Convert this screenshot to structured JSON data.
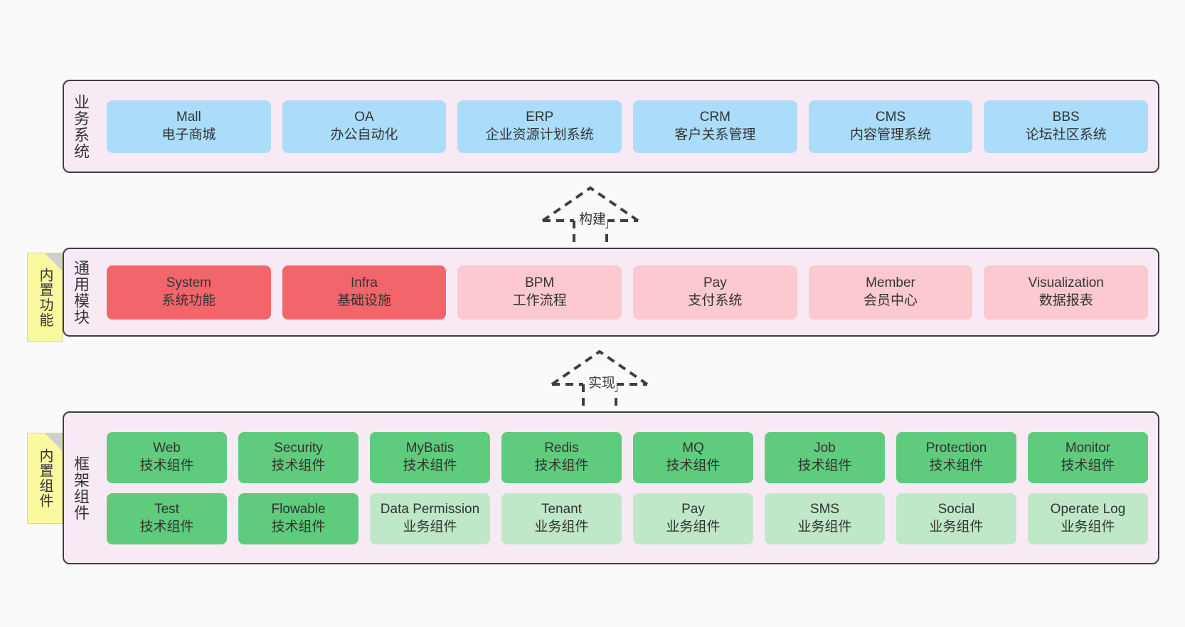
{
  "diagram": {
    "background": "#fafafa",
    "container_fill": "#f8eaf4",
    "container_stroke": "#3f3f3f"
  },
  "layers": [
    {
      "id": "business",
      "title": "业务系统",
      "rows": [
        [
          {
            "en": "Mall",
            "cn": "电子商城",
            "color": "#abddfa",
            "style": "c-blue"
          },
          {
            "en": "OA",
            "cn": "办公自动化",
            "color": "#abddfa",
            "style": "c-blue"
          },
          {
            "en": "ERP",
            "cn": "企业资源计划系统",
            "color": "#abddfa",
            "style": "c-blue"
          },
          {
            "en": "CRM",
            "cn": "客户关系管理",
            "color": "#abddfa",
            "style": "c-blue"
          },
          {
            "en": "CMS",
            "cn": "内容管理系统",
            "color": "#abddfa",
            "style": "c-blue"
          },
          {
            "en": "BBS",
            "cn": "论坛社区系统",
            "color": "#abddfa",
            "style": "c-blue"
          }
        ]
      ]
    },
    {
      "id": "common",
      "title": "通用模块",
      "note": "内置功能",
      "rows": [
        [
          {
            "en": "System",
            "cn": "系统功能",
            "color": "#f2666b",
            "style": "c-red"
          },
          {
            "en": "Infra",
            "cn": "基础设施",
            "color": "#f2666b",
            "style": "c-red"
          },
          {
            "en": "BPM",
            "cn": "工作流程",
            "color": "#fbc9cf",
            "style": "c-pink"
          },
          {
            "en": "Pay",
            "cn": "支付系统",
            "color": "#fbc9cf",
            "style": "c-pink"
          },
          {
            "en": "Member",
            "cn": "会员中心",
            "color": "#fbc9cf",
            "style": "c-pink"
          },
          {
            "en": "Visualization",
            "cn": "数据报表",
            "color": "#fbc9cf",
            "style": "c-pink"
          }
        ]
      ]
    },
    {
      "id": "framework",
      "title": "框架组件",
      "note": "内置组件",
      "rows": [
        [
          {
            "en": "Web",
            "cn": "技术组件",
            "color": "#5fcb7c",
            "style": "c-green"
          },
          {
            "en": "Security",
            "cn": "技术组件",
            "color": "#5fcb7c",
            "style": "c-green"
          },
          {
            "en": "MyBatis",
            "cn": "技术组件",
            "color": "#5fcb7c",
            "style": "c-green"
          },
          {
            "en": "Redis",
            "cn": "技术组件",
            "color": "#5fcb7c",
            "style": "c-green"
          },
          {
            "en": "MQ",
            "cn": "技术组件",
            "color": "#5fcb7c",
            "style": "c-green"
          },
          {
            "en": "Job",
            "cn": "技术组件",
            "color": "#5fcb7c",
            "style": "c-green"
          },
          {
            "en": "Protection",
            "cn": "技术组件",
            "color": "#5fcb7c",
            "style": "c-green"
          },
          {
            "en": "Monitor",
            "cn": "技术组件",
            "color": "#5fcb7c",
            "style": "c-green"
          }
        ],
        [
          {
            "en": "Test",
            "cn": "技术组件",
            "color": "#5fcb7c",
            "style": "c-green"
          },
          {
            "en": "Flowable",
            "cn": "技术组件",
            "color": "#5fcb7c",
            "style": "c-green"
          },
          {
            "en": "Data Permission",
            "cn": "业务组件",
            "color": "#bfe8c8",
            "style": "c-green-light"
          },
          {
            "en": "Tenant",
            "cn": "业务组件",
            "color": "#bfe8c8",
            "style": "c-green-light"
          },
          {
            "en": "Pay",
            "cn": "业务组件",
            "color": "#bfe8c8",
            "style": "c-green-light"
          },
          {
            "en": "SMS",
            "cn": "业务组件",
            "color": "#bfe8c8",
            "style": "c-green-light"
          },
          {
            "en": "Social",
            "cn": "业务组件",
            "color": "#bfe8c8",
            "style": "c-green-light"
          },
          {
            "en": "Operate Log",
            "cn": "业务组件",
            "color": "#bfe8c8",
            "style": "c-green-light"
          }
        ]
      ]
    }
  ],
  "connectors": [
    {
      "id": "build",
      "label": "构建"
    },
    {
      "id": "implement",
      "label": "实现"
    }
  ]
}
